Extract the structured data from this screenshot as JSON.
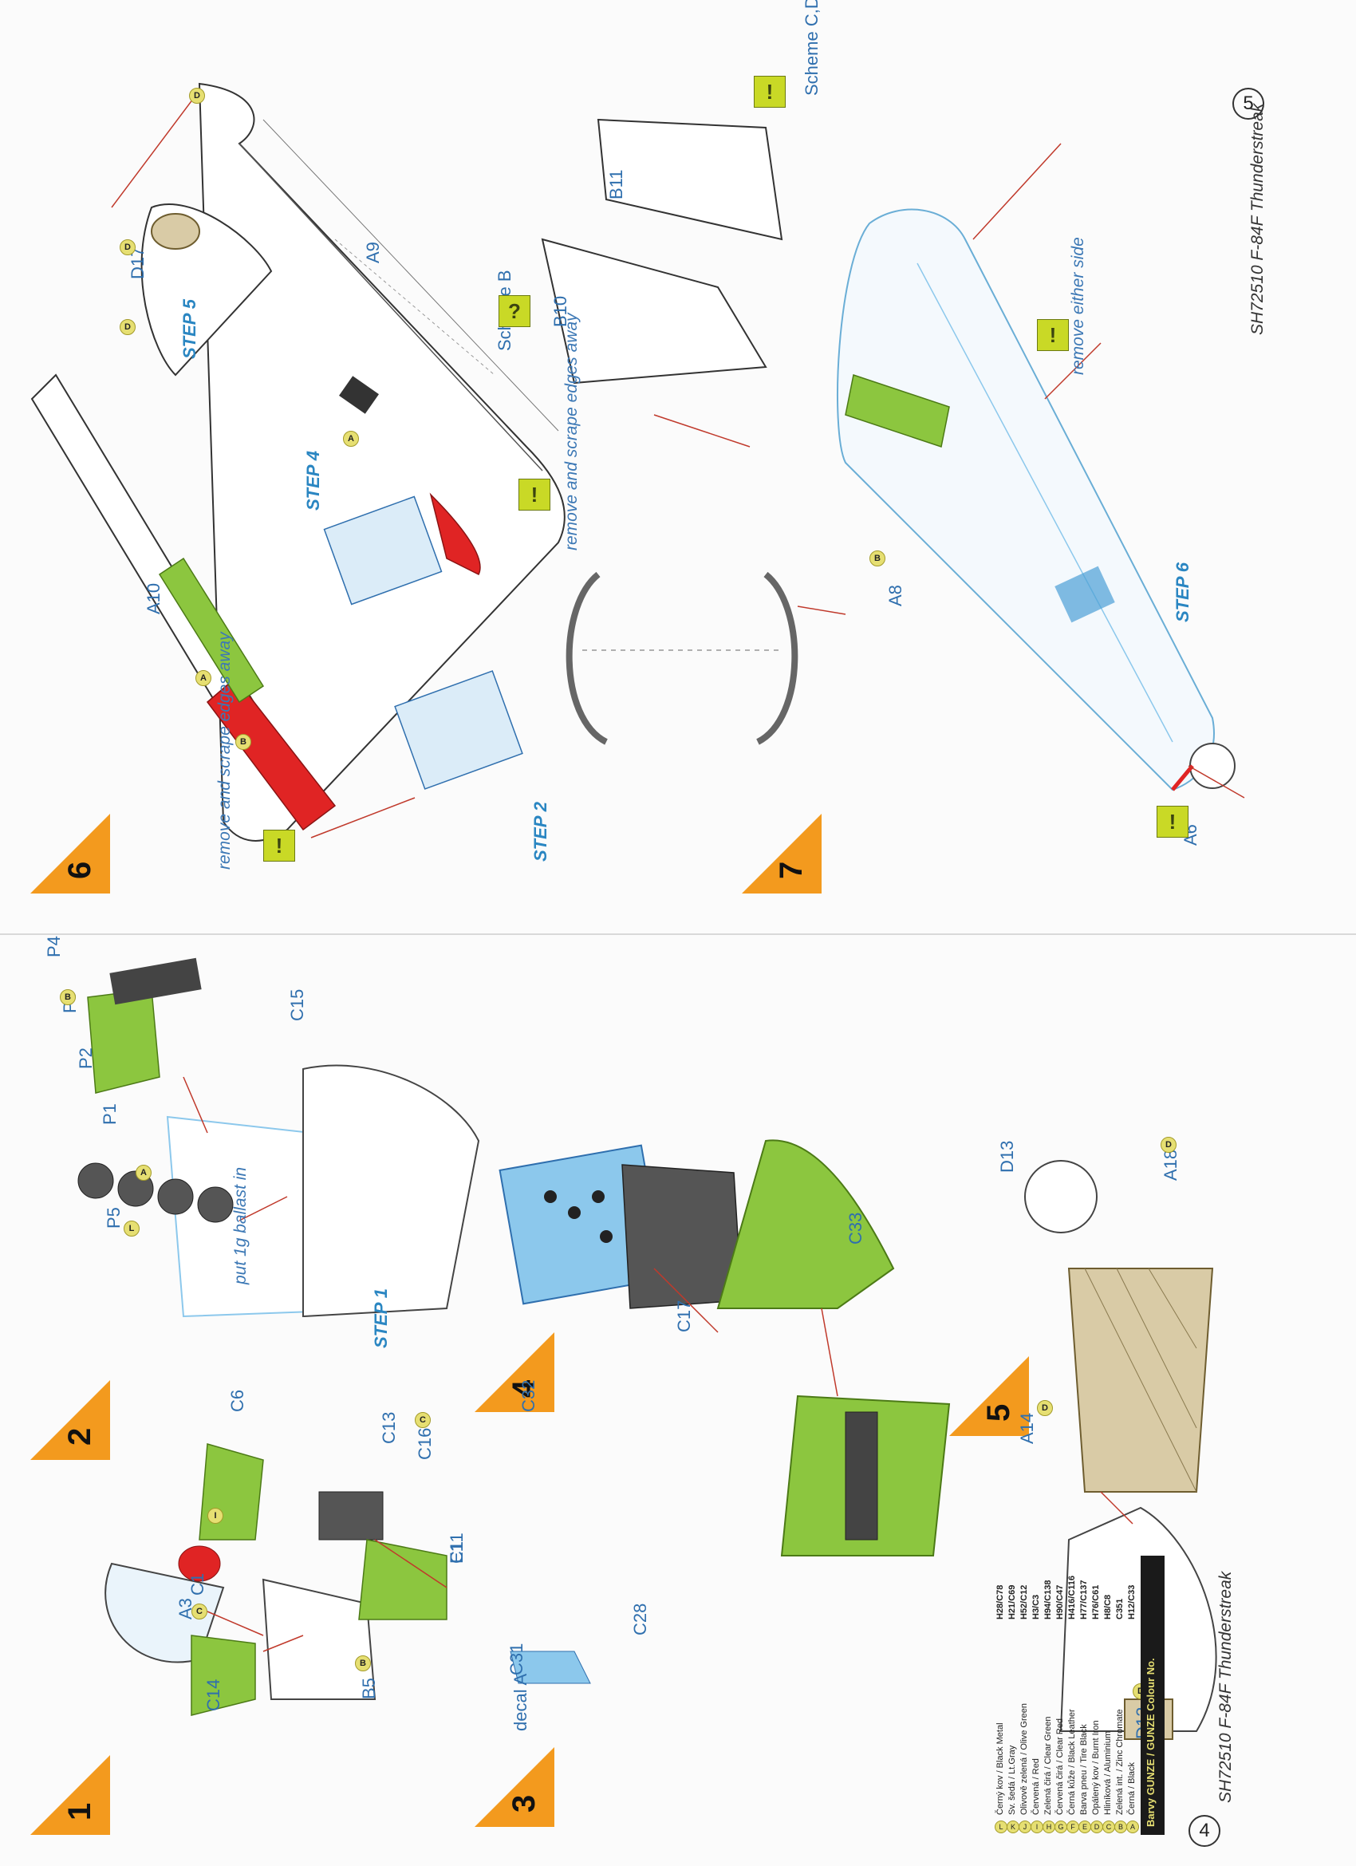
{
  "pages": {
    "left": {
      "page_number": "4",
      "footer": "SH72510  F-84F Thunderstreak"
    },
    "right": {
      "page_number": "5",
      "footer": "SH72510  F-84F Thunderstreak"
    }
  },
  "steps": {
    "s1": {
      "number": "1",
      "parts": [
        "A3",
        "B5"
      ]
    },
    "s2": {
      "number": "2",
      "parts": [
        "P1",
        "P2",
        "P3",
        "P4",
        "P5",
        "C15",
        "C16"
      ],
      "note": "put 1g ballast in",
      "sub": "STEP 1"
    },
    "s3": {
      "number": "3",
      "parts": [
        "C1",
        "C6",
        "C11",
        "C13",
        "C14"
      ]
    },
    "s4": {
      "number": "4",
      "parts": [
        "E1",
        "C31",
        "C28",
        "C17",
        "C33",
        "C32"
      ],
      "decal": "decal A"
    },
    "s5": {
      "number": "5",
      "parts": [
        "D12",
        "A14",
        "D13",
        "A18"
      ]
    },
    "s6": {
      "number": "6",
      "parts": [
        "A10",
        "D17",
        "A9"
      ],
      "sub": [
        "STEP 2",
        "STEP 4",
        "STEP 5"
      ],
      "notes": [
        "remove and scrape edges away",
        "remove and scrape edges away"
      ]
    },
    "s7": {
      "number": "7",
      "parts": [
        "A6",
        "A8",
        "B10",
        "B11"
      ],
      "sub": "STEP 6",
      "note": "remove either side",
      "schemes": [
        "Scheme B",
        "Scheme C,D"
      ]
    }
  },
  "legend": {
    "title": "Barvy GUNZE / GUNZE Colour No.",
    "rows": [
      {
        "key": "A",
        "name": "Černá / Black",
        "code": "H12/C33"
      },
      {
        "key": "B",
        "name": "Zelená int. / Zinc Chromate",
        "code": "C351"
      },
      {
        "key": "C",
        "name": "Hliníková / Aluminium",
        "code": "H8/C8"
      },
      {
        "key": "D",
        "name": "Opálený kov / Burnt Iron",
        "code": "H76/C61"
      },
      {
        "key": "E",
        "name": "Barva pneu / Tire Black",
        "code": "H77/C137"
      },
      {
        "key": "F",
        "name": "Černá kůže / Black Leather",
        "code": "H416/C116"
      },
      {
        "key": "G",
        "name": "Červená čirá / Clear Red",
        "code": "H90/C47"
      },
      {
        "key": "H",
        "name": "Zelená čirá / Clear Green",
        "code": "H94/C138"
      },
      {
        "key": "I",
        "name": "Červená / Red",
        "code": "H3/C3"
      },
      {
        "key": "J",
        "name": "Olivově zelená / Olive Green",
        "code": "H52/C12"
      },
      {
        "key": "K",
        "name": "Sv. šedá / Lt.Gray",
        "code": "H21/C69"
      },
      {
        "key": "L",
        "name": "Černý kov / Black Metal",
        "code": "H28/C78"
      }
    ]
  },
  "colors": {
    "accent_orange": "#f39a1e",
    "part_green": "#8cc63f",
    "clear_red": "#e02424",
    "label_blue": "#2f6fae",
    "clear_blue": "#8cc8ec",
    "warning_green": "#c9d926"
  }
}
